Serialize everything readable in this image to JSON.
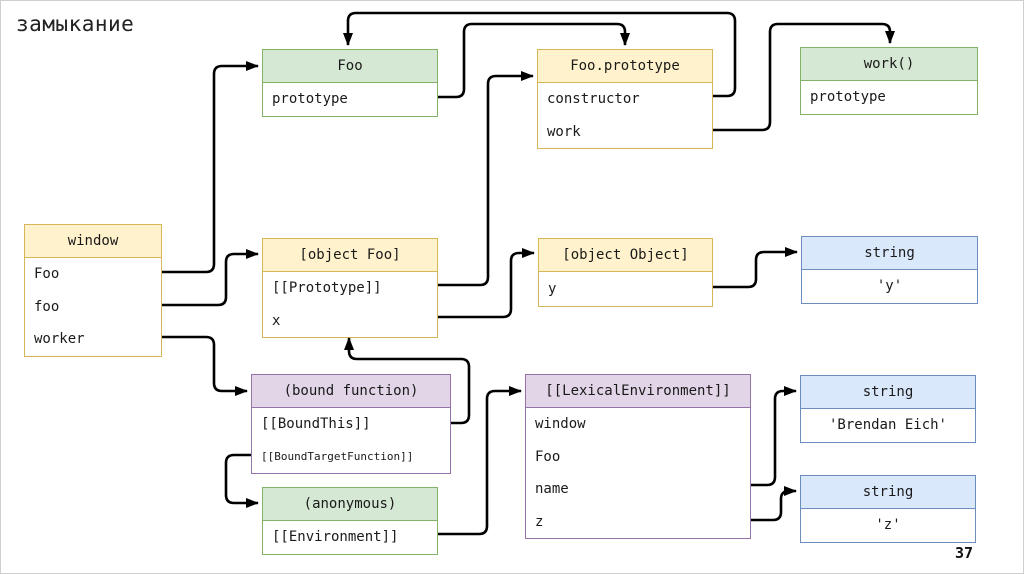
{
  "slide": {
    "title": "замыкание",
    "page_number": "37"
  },
  "palette": {
    "yellow_fill": "#fff2cc",
    "yellow_stroke": "#d6b656",
    "green_fill": "#d5e8d4",
    "green_stroke": "#82b366",
    "blue_fill": "#dae8fc",
    "blue_stroke": "#6c8ebf",
    "purple_fill": "#e1d5e7",
    "purple_stroke": "#9673a6",
    "connector": "#000000",
    "text": "#1a1a1a"
  },
  "boxes": {
    "window": {
      "title": "window",
      "rows": [
        "Foo",
        "foo",
        "worker"
      ]
    },
    "foo_function": {
      "title": "Foo",
      "rows": [
        "prototype"
      ]
    },
    "foo_prototype": {
      "title": "Foo.prototype",
      "rows": [
        "constructor",
        "work"
      ]
    },
    "work_function": {
      "title": "work()",
      "rows": [
        "prototype"
      ]
    },
    "object_foo": {
      "title": "[object Foo]",
      "rows": [
        "[[Prototype]]",
        "x"
      ]
    },
    "object_object": {
      "title": "[object Object]",
      "rows": [
        "y"
      ]
    },
    "string_y": {
      "title": "string",
      "rows": [
        "'y'"
      ]
    },
    "bound_function": {
      "title": "(bound function)",
      "rows": [
        "[[BoundThis]]",
        "[[BoundTargetFunction]]"
      ]
    },
    "anonymous_function": {
      "title": "(anonymous)",
      "rows": [
        "[[Environment]]"
      ]
    },
    "lexical_environment": {
      "title": "[[LexicalEnvironment]]",
      "rows": [
        "window",
        "Foo",
        "name",
        "z"
      ]
    },
    "string_brendan": {
      "title": "string",
      "rows": [
        "'Brendan Eich'"
      ]
    },
    "string_z": {
      "title": "string",
      "rows": [
        "'z'"
      ]
    }
  },
  "edges": [
    {
      "from": "window.Foo",
      "to": "Foo"
    },
    {
      "from": "window.foo",
      "to": "[object Foo]"
    },
    {
      "from": "window.worker",
      "to": "(bound function)"
    },
    {
      "from": "Foo.prototype",
      "to": "Foo.prototype (box)"
    },
    {
      "from": "Foo.prototype.constructor",
      "to": "Foo"
    },
    {
      "from": "Foo.prototype.work",
      "to": "work()"
    },
    {
      "from": "[object Foo].[[Prototype]]",
      "to": "Foo.prototype (box)"
    },
    {
      "from": "[object Foo].x",
      "to": "[object Object]"
    },
    {
      "from": "[object Object].y",
      "to": "string 'y'"
    },
    {
      "from": "(bound function).[[BoundThis]]",
      "to": "[object Foo]"
    },
    {
      "from": "(bound function).[[BoundTargetFunction]]",
      "to": "(anonymous)"
    },
    {
      "from": "(anonymous).[[Environment]]",
      "to": "[[LexicalEnvironment]]"
    },
    {
      "from": "[[LexicalEnvironment]].name",
      "to": "string 'Brendan Eich'"
    },
    {
      "from": "[[LexicalEnvironment]].z",
      "to": "string 'z'"
    }
  ]
}
